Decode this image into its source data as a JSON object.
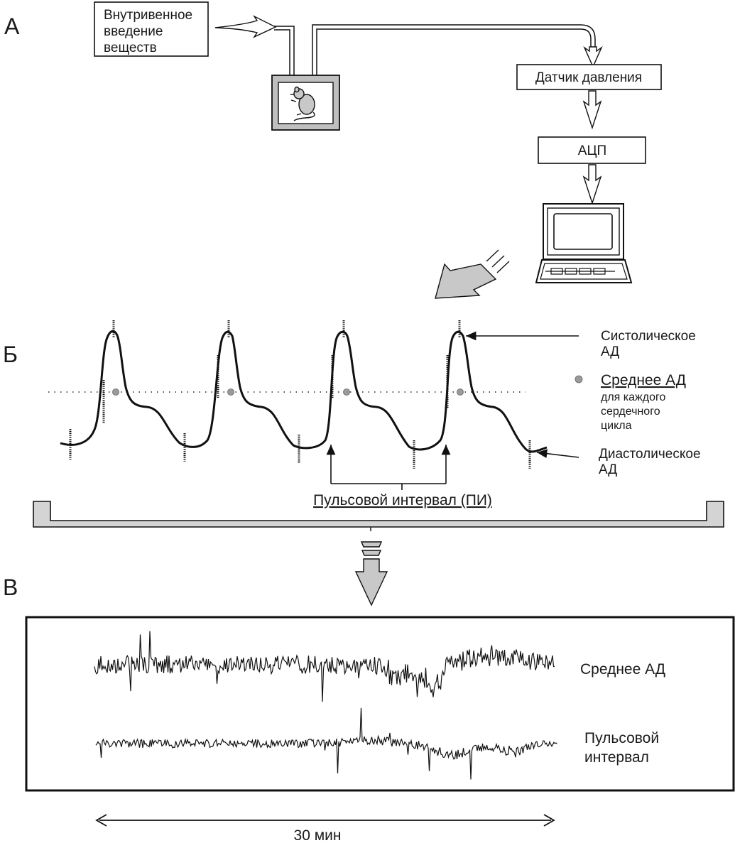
{
  "panels": {
    "a": "А",
    "b": "Б",
    "c": "В"
  },
  "setup": {
    "infusion_box": [
      "Внутривенное",
      "введение",
      "веществ"
    ],
    "pressure_sensor": "Датчик давления",
    "adc": "АЦП"
  },
  "waveform": {
    "systolic": [
      "Систолическое",
      "АД"
    ],
    "mean_title": "Среднее АД",
    "mean_sub": [
      "для каждого",
      "сердечного",
      "цикла"
    ],
    "diastolic": [
      "Диастолическое",
      "АД"
    ],
    "pulse_interval": "Пульсовой интервал (ПИ)"
  },
  "recording": {
    "mean_bp_label": "Среднее АД",
    "pulse_interval_label": [
      "Пульсовой",
      "интервал"
    ],
    "duration": "30 мин"
  }
}
